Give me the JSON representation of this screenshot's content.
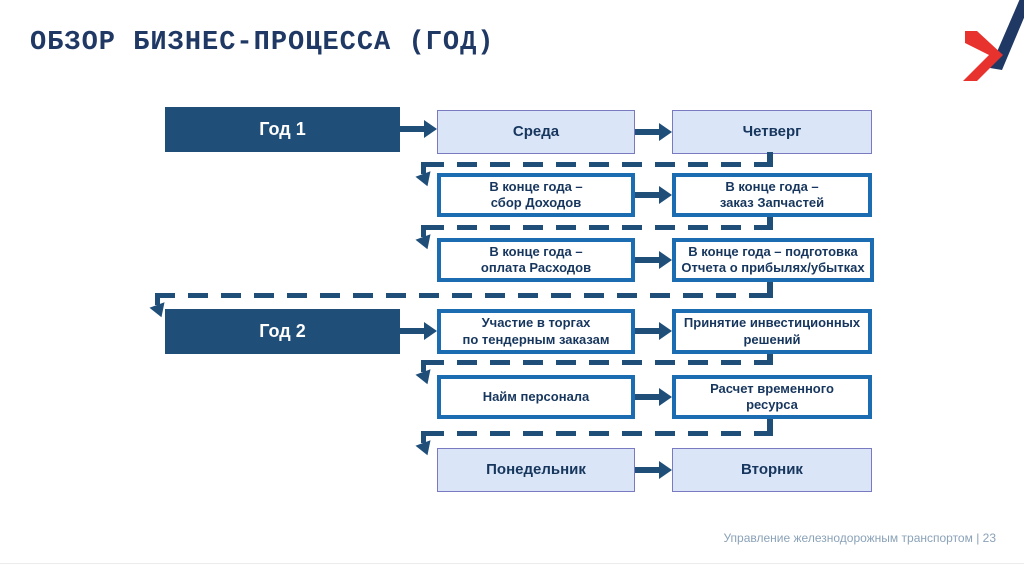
{
  "slide": {
    "title": "ОБЗОР БИЗНЕС-ПРОЦЕССА (ГОД)",
    "footer": "Управление железнодорожным транспортом | 23"
  },
  "colors": {
    "navy": "#1F4E79",
    "box-text": "#17365D",
    "title-text": "#1F3864",
    "light-fill": "#DAE6F8",
    "light-border": "#7A7AC2",
    "thick-border": "#1B6CB0",
    "footer-text": "#8AA2B8",
    "logo-red": "#E8322E",
    "logo-blue": "#1F3864"
  },
  "icons": {
    "logo": "university-brand-logo-icon"
  },
  "flow": {
    "year1": "Год 1",
    "wednesday": "Среда",
    "thursday": "Четверг",
    "income": "В конце года –\nсбор Доходов",
    "parts": "В конце года –\nзаказ Запчастей",
    "expenses": "В конце года –\nоплата Расходов",
    "report": "В конце года – подготовка\nОтчета о прибылях/убытках",
    "year2": "Год 2",
    "tenders": "Участие в торгах\nпо тендерным заказам",
    "investment": "Принятие инвестиционных\nрешений",
    "hiring": "Найм персонала",
    "time_resource": "Расчет временного\nресурса",
    "monday": "Понедельник",
    "tuesday": "Вторник"
  }
}
